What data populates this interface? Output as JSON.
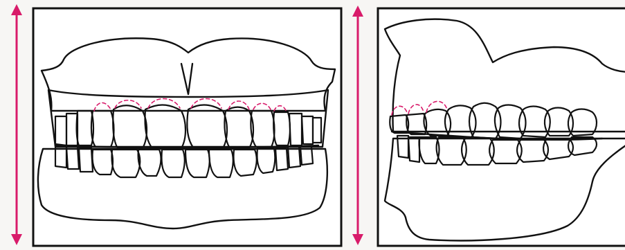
{
  "figure": {
    "panels": [
      {
        "view": "frontal"
      },
      {
        "view": "lateral"
      }
    ],
    "colors": {
      "line": "#111111",
      "arrow": "#d81b6a",
      "gingival_dashed": "#d81b6a",
      "paper": "#f7f6f4"
    },
    "icons": {
      "height_arrow": "double-headed-vertical-arrow"
    }
  }
}
